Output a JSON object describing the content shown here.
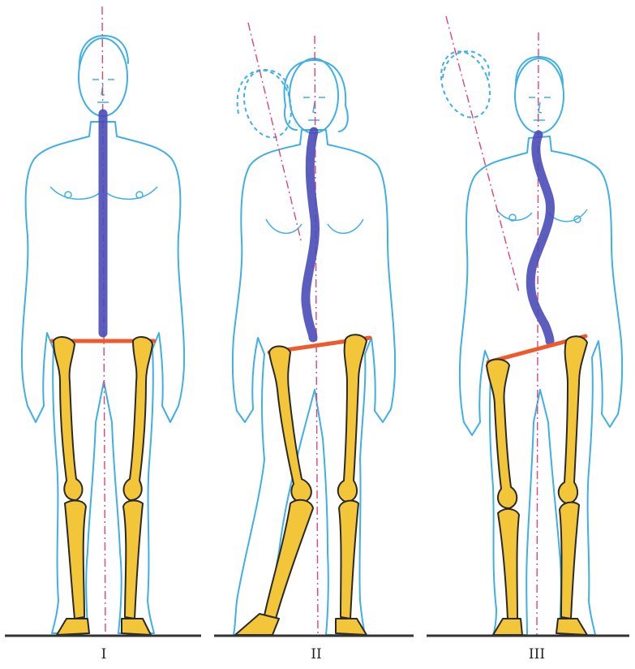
{
  "figure_labels": [
    "I",
    "II",
    "III"
  ],
  "colors": {
    "body_outline": "#3fb0e6",
    "spine": "#4a4db8",
    "pelvis_line": "#ef5a2c",
    "plumb_line": "#e0447a",
    "bones": "#f3c63a",
    "ground": "#333333"
  }
}
